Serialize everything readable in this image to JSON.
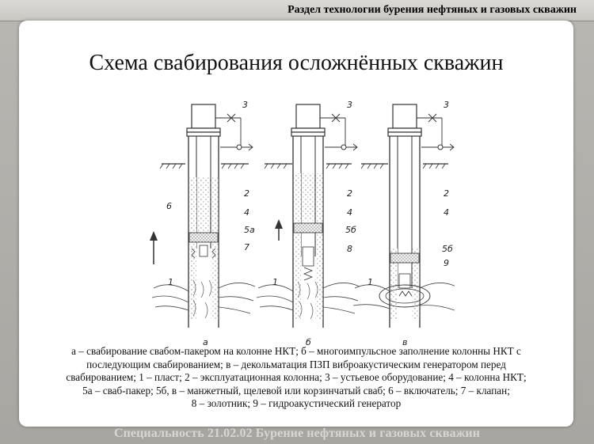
{
  "header": {
    "title": "Раздел технологии бурения нефтяных и газовых скважин"
  },
  "slide": {
    "title": "Схема свабирования осложнённых скважин",
    "diagram": {
      "panels": [
        {
          "letter": "а",
          "labels": [
            "3",
            "2",
            "6",
            "4",
            "5а",
            "7",
            "1"
          ]
        },
        {
          "letter": "б",
          "labels": [
            "3",
            "2",
            "4",
            "5б",
            "8",
            "1"
          ]
        },
        {
          "letter": "в",
          "labels": [
            "3",
            "2",
            "4",
            "5б",
            "9",
            "1"
          ]
        }
      ]
    },
    "caption_lines": [
      "а – свабирование свабом-пакером на колонне НКТ; б – многоимпульсное заполнение колонны НКТ с",
      "последующим свабированием; в – декольматация ПЗП виброакустическим генератором перед",
      "свабированием; 1 – пласт; 2 – эксплуатационная колонна; 3 – устьевое оборудование; 4 – колонна НКТ;",
      "5а – сваб-пакер; 5б, в – манжетный, щелевой или корзинчатый сваб; 6 – включатель; 7 – клапан;",
      "8 – золотник; 9 – гидроакустический генератор"
    ]
  },
  "footer": {
    "text": "Специальность 21.02.02 Бурение нефтяных и газовых скважин"
  }
}
